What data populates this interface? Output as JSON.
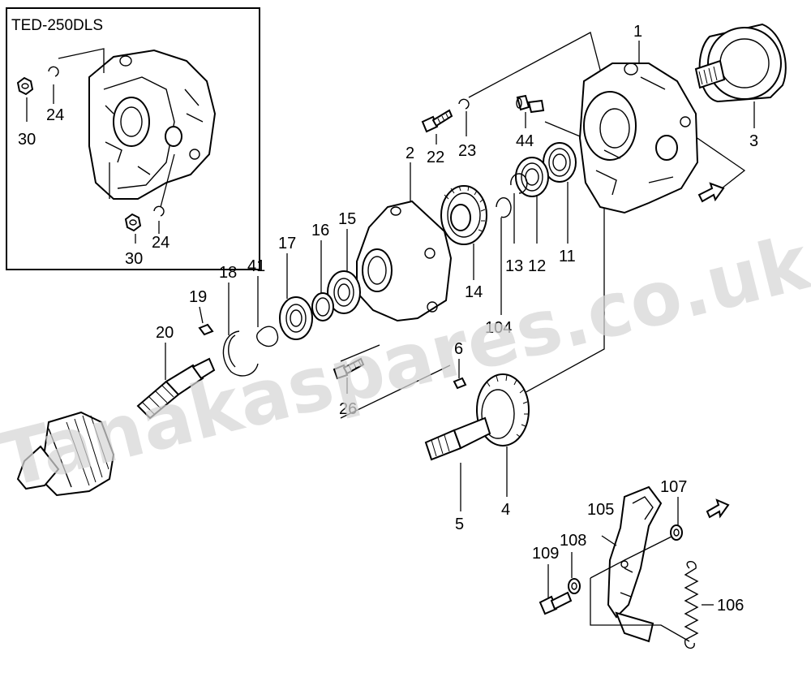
{
  "inset": {
    "title": "TED-250DLS"
  },
  "watermark": "Tanakaspares.co.uk",
  "labels": {
    "p1": "1",
    "p2": "2",
    "p3": "3",
    "p4": "4",
    "p5": "5",
    "p6": "6",
    "p11": "11",
    "p12": "12",
    "p13": "13",
    "p14": "14",
    "p15": "15",
    "p16": "16",
    "p17": "17",
    "p18": "18",
    "p19": "19",
    "p20": "20",
    "p22": "22",
    "p23": "23",
    "p24a": "24",
    "p24b": "24",
    "p26": "26",
    "p30a": "30",
    "p30b": "30",
    "p41": "41",
    "p44": "44",
    "p104": "104",
    "p105": "105",
    "p106": "106",
    "p107": "107",
    "p108": "108",
    "p109": "109"
  },
  "colors": {
    "line": "#000000",
    "watermark": "#d6d6d6",
    "background": "#ffffff"
  },
  "icons": [
    "direction-arrow-icon",
    "direction-arrow-icon"
  ]
}
